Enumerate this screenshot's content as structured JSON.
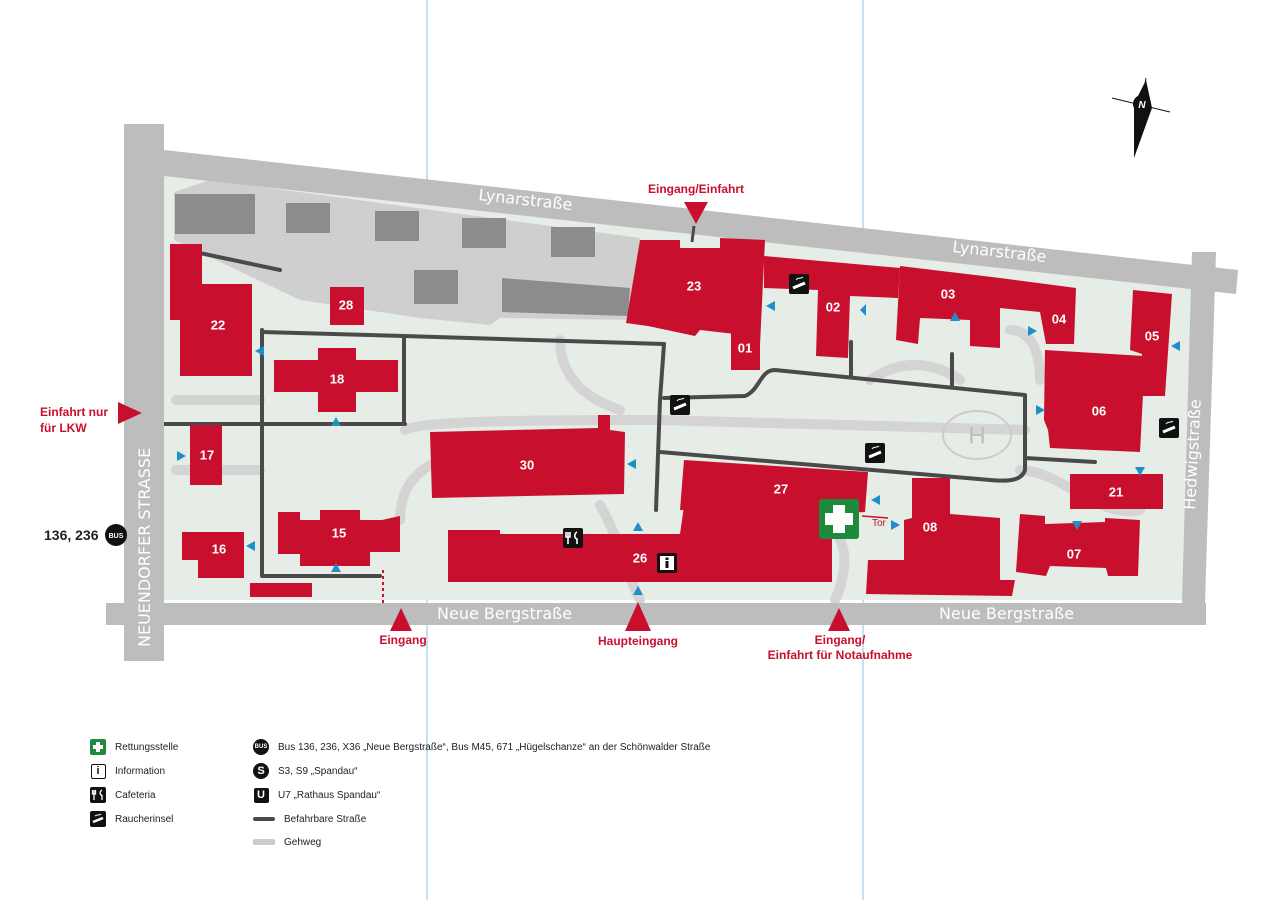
{
  "streets": {
    "lynar1": "Lynarstraße",
    "lynar2": "Lynarstraße",
    "neue_berg1": "Neue Bergstraße",
    "neue_berg2": "Neue Bergstraße",
    "neuendorfer": "NEUENDORFER STRASSE",
    "hedwig": "Hedwigstraße"
  },
  "buildings": [
    "22",
    "28",
    "18",
    "23",
    "01",
    "02",
    "03",
    "04",
    "05",
    "06",
    "17",
    "30",
    "27",
    "21",
    "08",
    "07",
    "15",
    "16",
    "26"
  ],
  "entrances": {
    "lynar": "Eingang/Einfahrt",
    "lkw_line1": "Einfahrt nur",
    "lkw_line2": "für LKW",
    "eingang": "Eingang",
    "haupteingang": "Haupteingang",
    "notaufnahme_line1": "Eingang/",
    "notaufnahme_line2": "Einfahrt für Notaufnahme"
  },
  "bus_stop_label": "136, 236",
  "bus_badge": "BUS",
  "tor_label": "Tor",
  "compass_label": "N",
  "helipad_label": "H",
  "legend": {
    "rettungsstelle": "Rettungsstelle",
    "information": "Information",
    "cafeteria": "Cafeteria",
    "raucherinsel": "Raucherinsel",
    "bus": "Bus 136, 236, X36 „Neue Bergstraße“, Bus M45, 671 „Hügelschanze“ an der Schönwalder Straße",
    "s_bahn": "S3, S9 „Spandau“",
    "u_bahn": "U7 „Rathaus Spandau“",
    "befahrbar": "Befahrbare Straße",
    "gehweg": "Gehweg"
  },
  "legend_badges": {
    "info": "i",
    "bus": "BUS",
    "s": "S",
    "u": "U"
  },
  "colors": {
    "building": "#c8102e",
    "campus": "#e6ece6",
    "street": "#bdbdbd",
    "road": "#4a4a4a",
    "arrow": "#1f8fc9",
    "rescue": "#1e8a3c"
  }
}
